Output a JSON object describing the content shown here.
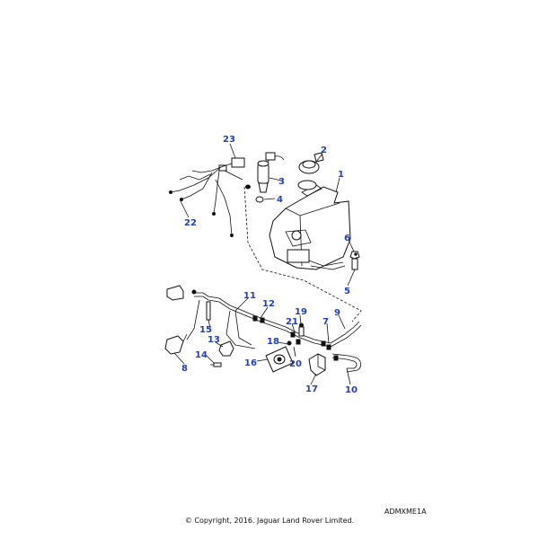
{
  "diagram": {
    "reference_code": "ADMXME1A",
    "copyright": "© Copyright, 2016. Jaguar Land Rover Limited.",
    "callouts": {
      "c1": "1",
      "c2": "2",
      "c3": "3",
      "c4": "4",
      "c5": "5",
      "c6": "6",
      "c7": "7",
      "c8": "8",
      "c9": "9",
      "c10": "10",
      "c11": "11",
      "c12": "12",
      "c13": "13",
      "c14": "14",
      "c15": "15",
      "c16": "16",
      "c17": "17",
      "c18": "18",
      "c19": "19",
      "c20": "20",
      "c21": "21",
      "c22": "22",
      "c23": "23"
    },
    "colors": {
      "callout": "#1f3fbf",
      "line": "#111111"
    }
  }
}
